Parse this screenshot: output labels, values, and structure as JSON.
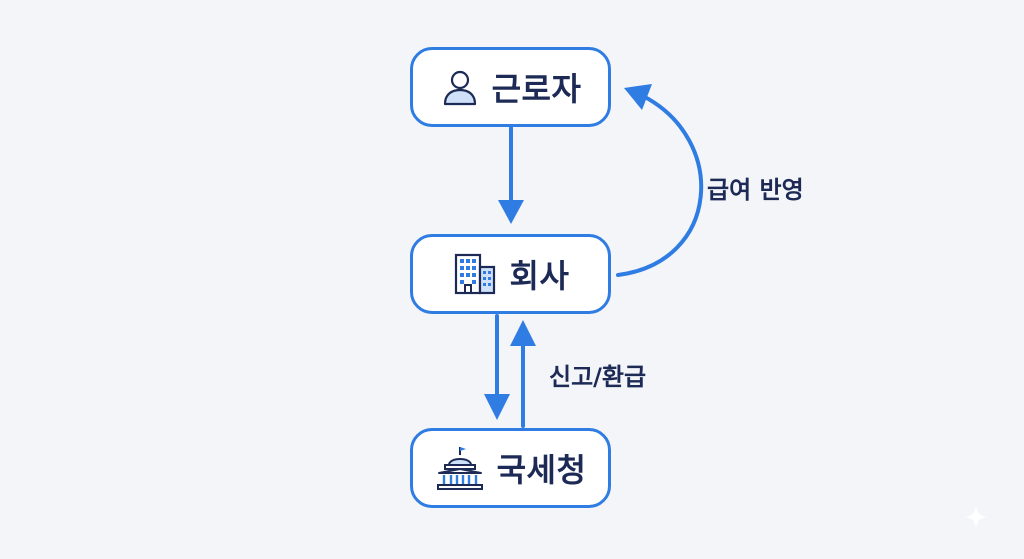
{
  "nodes": {
    "worker": {
      "label": "근로자",
      "icon": "person-icon"
    },
    "company": {
      "label": "회사",
      "icon": "building-icon"
    },
    "nts": {
      "label": "국세청",
      "icon": "government-building-icon"
    }
  },
  "edges": {
    "salary_reflection": "급여 반영",
    "report_refund": "신고/환급"
  },
  "colors": {
    "accent": "#2f7ce3",
    "text": "#1c2a55",
    "background": "#f3f5f9"
  }
}
